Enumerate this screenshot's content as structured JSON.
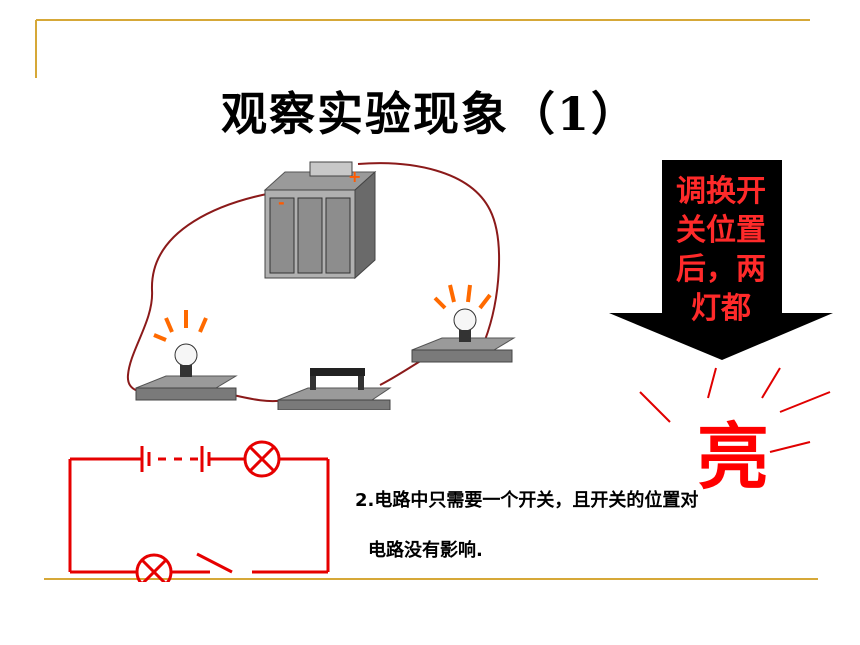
{
  "slide": {
    "title": "观察实验现象（1）",
    "arrow_text_lines": [
      "调换开",
      "关位置",
      "后，两",
      "灯都"
    ],
    "bright_char": "亮",
    "conclusion_line1": "2.电路中只需要一个开关，且开关的位置对",
    "conclusion_line2": "电路没有影响."
  },
  "battery_terminals": [
    "-",
    "+"
  ],
  "colors": {
    "frame_line": "#d6a838",
    "wire": "#8b1a1a",
    "schematic": "#e60000",
    "arrow": "#000000",
    "rays": "#ff6a00"
  }
}
